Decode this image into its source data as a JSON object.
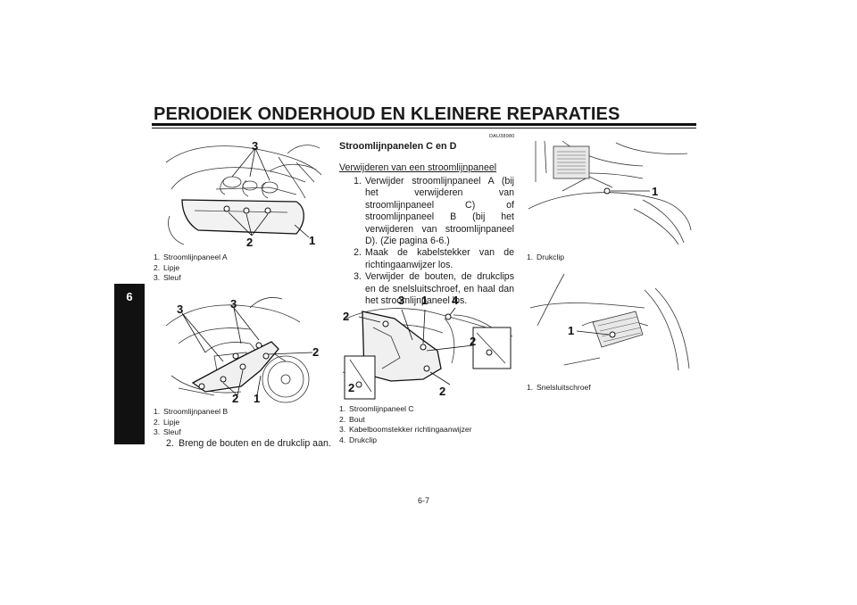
{
  "header": {
    "title": "PERIODIEK ONDERHOUD EN KLEINERE REPARATIES"
  },
  "chapter_tab": "6",
  "figures": {
    "fig1": {
      "callouts": [
        "3",
        "2",
        "1"
      ],
      "legend": [
        {
          "num": "1.",
          "text": "Stroomlijnpaneel A"
        },
        {
          "num": "2.",
          "text": "Lipje"
        },
        {
          "num": "3.",
          "text": "Sleuf"
        }
      ]
    },
    "fig2": {
      "callouts": [
        "3",
        "3",
        "2",
        "2",
        "1"
      ],
      "legend": [
        {
          "num": "1.",
          "text": "Stroomlijnpaneel B"
        },
        {
          "num": "2.",
          "text": "Lipje"
        },
        {
          "num": "3.",
          "text": "Sleuf"
        }
      ]
    },
    "fig3": {
      "callouts": [
        "3",
        "1",
        "4",
        "2",
        "2",
        "2",
        "2"
      ],
      "legend": [
        {
          "num": "1.",
          "text": "Stroomlijnpaneel C"
        },
        {
          "num": "2.",
          "text": "Bout"
        },
        {
          "num": "3.",
          "text": "Kabelboomstekker richtingaanwijzer"
        },
        {
          "num": "4.",
          "text": "Drukclip"
        }
      ]
    },
    "fig4": {
      "callouts": [
        "1"
      ],
      "legend": [
        {
          "num": "1.",
          "text": "Drukclip"
        }
      ]
    },
    "fig5": {
      "callouts": [
        "1"
      ],
      "legend": [
        {
          "num": "1.",
          "text": "Snelsluitschroef"
        }
      ]
    }
  },
  "left_column": {
    "step": {
      "num": "2.",
      "text": "Breng de bouten en de drukclip aan."
    }
  },
  "middle_column": {
    "code": "DAU38980",
    "heading": "Stroomlijnpanelen C en D",
    "subheading": "Verwijderen van een stroomlijnpaneel",
    "steps": [
      {
        "num": "1.",
        "text": "Verwijder stroomlijnpaneel A (bij het verwijderen van stroomlijnpaneel C) of stroomlijnpaneel B (bij het verwijderen van stroomlijnpaneel D). (Zie pagina 6-6.)"
      },
      {
        "num": "2.",
        "text": "Maak de kabelstekker van de richtin­gaanwijzer los."
      },
      {
        "num": "3.",
        "text": "Verwijder de bouten, de drukclips en de snelsluitschroef, en haal dan het stroomlijnpaneel los."
      }
    ]
  },
  "footer": {
    "page_number": "6-7"
  }
}
